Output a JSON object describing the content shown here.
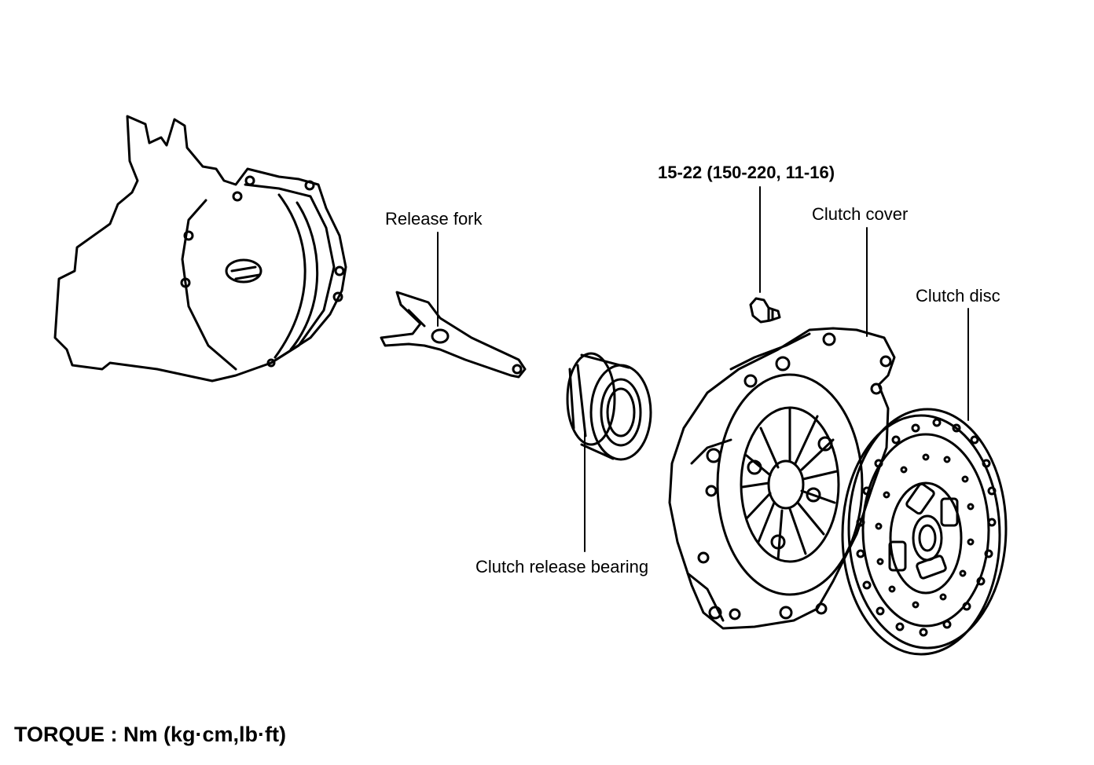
{
  "labels": {
    "torque_spec": "15-22 (150-220, 11-16)",
    "clutch_cover": "Clutch cover",
    "release_fork": "Release fork",
    "clutch_disc": "Clutch disc",
    "clutch_release_bearing": "Clutch release bearing"
  },
  "footer": {
    "torque_units": "TORQUE : Nm (kg·cm,lb·ft)"
  }
}
